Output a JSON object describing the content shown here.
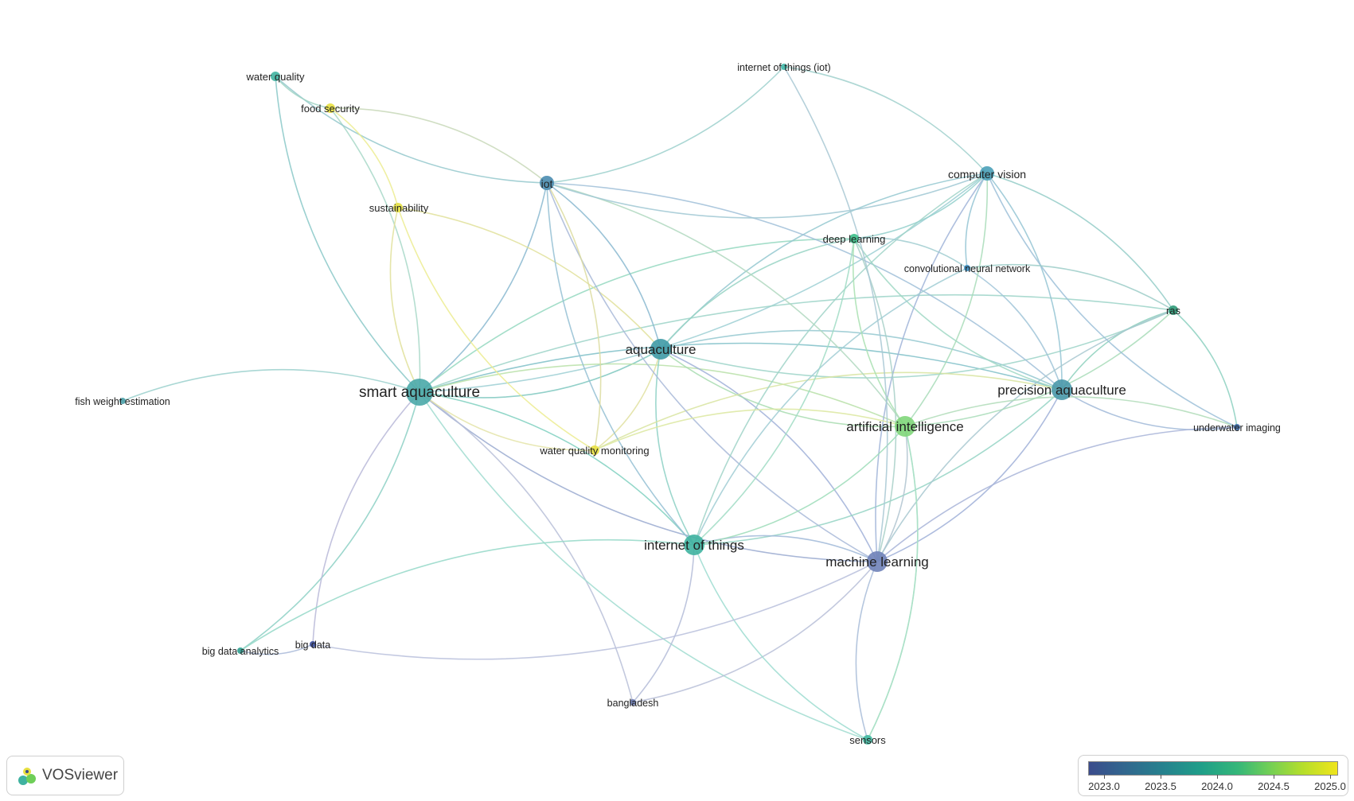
{
  "nodes": [
    {
      "id": "smart_aquaculture",
      "label": "smart aquaculture",
      "color": "#4aa8a8",
      "size": "xl"
    },
    {
      "id": "precision_aquaculture",
      "label": "precision aquaculture",
      "color": "#4a98aa",
      "size": "l"
    },
    {
      "id": "machine_learning",
      "label": "machine learning",
      "color": "#6f82b8",
      "size": "l"
    },
    {
      "id": "aquaculture",
      "label": "aquaculture",
      "color": "#3f9aa6",
      "size": "l"
    },
    {
      "id": "internet_of_things",
      "label": "internet of things",
      "color": "#3fb2a0",
      "size": "l"
    },
    {
      "id": "artificial_intelligence",
      "label": "artificial intelligence",
      "color": "#7fd67a",
      "size": "l"
    },
    {
      "id": "computer_vision",
      "label": "computer vision",
      "color": "#4aa0b8",
      "size": "m"
    },
    {
      "id": "iot",
      "label": "iot",
      "color": "#4a8cb0",
      "size": "m"
    },
    {
      "id": "deep_learning",
      "label": "deep learning",
      "color": "#3cbf8a",
      "size": "s"
    },
    {
      "id": "convolutional_neural_network",
      "label": "convolutional neural network",
      "color": "#3a8cc0",
      "size": "xs"
    },
    {
      "id": "internet_of_things_iot",
      "label": "internet of things (iot)",
      "color": "#40b8a8",
      "size": "xs"
    },
    {
      "id": "water_quality",
      "label": "water quality",
      "color": "#3fb2a0",
      "size": "s"
    },
    {
      "id": "food_security",
      "label": "food security",
      "color": "#e8e040",
      "size": "s"
    },
    {
      "id": "sustainability",
      "label": "sustainability",
      "color": "#e4e042",
      "size": "s"
    },
    {
      "id": "ras",
      "label": "ras",
      "color": "#2f9a78",
      "size": "s"
    },
    {
      "id": "underwater_imaging",
      "label": "underwater imaging",
      "color": "#3a6aa8",
      "size": "xs"
    },
    {
      "id": "water_quality_monitoring",
      "label": "water quality monitoring",
      "color": "#e8e040",
      "size": "s"
    },
    {
      "id": "fish_weight_estimation",
      "label": "fish weight estimation",
      "color": "#4aa0a8",
      "size": "xs"
    },
    {
      "id": "big_data_analytics",
      "label": "big data analytics",
      "color": "#2fa090",
      "size": "xs"
    },
    {
      "id": "big_data",
      "label": "big data",
      "color": "#3a4c9a",
      "size": "xs"
    },
    {
      "id": "bangladesh",
      "label": "bangladesh",
      "color": "#6878b0",
      "size": "xs"
    },
    {
      "id": "sensors",
      "label": "sensors",
      "color": "#3fb8a0",
      "size": "s"
    }
  ],
  "links": [
    [
      "smart_aquaculture",
      "aquaculture",
      "#7fc8c0"
    ],
    [
      "smart_aquaculture",
      "precision_aquaculture",
      "#7fc0c8"
    ],
    [
      "smart_aquaculture",
      "machine_learning",
      "#9aaad0"
    ],
    [
      "smart_aquaculture",
      "internet_of_things",
      "#7fd0c0"
    ],
    [
      "smart_aquaculture",
      "iot",
      "#8ab8d0"
    ],
    [
      "smart_aquaculture",
      "water_quality",
      "#8ac8c8"
    ],
    [
      "smart_aquaculture",
      "food_security",
      "#a8d8c8"
    ],
    [
      "smart_aquaculture",
      "sustainability",
      "#e0e09a"
    ],
    [
      "smart_aquaculture",
      "fish_weight_estimation",
      "#9ad0cc"
    ],
    [
      "smart_aquaculture",
      "big_data_analytics",
      "#8cd0c4"
    ],
    [
      "smart_aquaculture",
      "big_data",
      "#b8b8d8"
    ],
    [
      "smart_aquaculture",
      "bangladesh",
      "#b8c0d8"
    ],
    [
      "smart_aquaculture",
      "sensors",
      "#a0dcd0"
    ],
    [
      "smart_aquaculture",
      "deep_learning",
      "#94d8c0"
    ],
    [
      "smart_aquaculture",
      "computer_vision",
      "#9ccfd4"
    ],
    [
      "smart_aquaculture",
      "artificial_intelligence",
      "#b8e0a8"
    ],
    [
      "smart_aquaculture",
      "water_quality_monitoring",
      "#e4e4a8"
    ],
    [
      "smart_aquaculture",
      "ras",
      "#9cd4c8"
    ],
    [
      "aquaculture",
      "iot",
      "#8ab8d0"
    ],
    [
      "aquaculture",
      "machine_learning",
      "#a0b0d8"
    ],
    [
      "aquaculture",
      "internet_of_things",
      "#8cd0c4"
    ],
    [
      "aquaculture",
      "precision_aquaculture",
      "#94c8d0"
    ],
    [
      "aquaculture",
      "artificial_intelligence",
      "#a8dcb0"
    ],
    [
      "aquaculture",
      "computer_vision",
      "#94c8d0"
    ],
    [
      "aquaculture",
      "ras",
      "#9cd4c8"
    ],
    [
      "aquaculture",
      "water_quality_monitoring",
      "#e0e0a0"
    ],
    [
      "aquaculture",
      "sustainability",
      "#e0e09a"
    ],
    [
      "aquaculture",
      "deep_learning",
      "#98d4c4"
    ],
    [
      "precision_aquaculture",
      "computer_vision",
      "#94c4d4"
    ],
    [
      "precision_aquaculture",
      "machine_learning",
      "#a0b0d8"
    ],
    [
      "precision_aquaculture",
      "iot",
      "#a0c0d8"
    ],
    [
      "precision_aquaculture",
      "ras",
      "#8cd0bc"
    ],
    [
      "precision_aquaculture",
      "underwater_imaging",
      "#a0b8d8"
    ],
    [
      "precision_aquaculture",
      "internet_of_things",
      "#94d4c4"
    ],
    [
      "precision_aquaculture",
      "convolutional_neural_network",
      "#a0c4d8"
    ],
    [
      "precision_aquaculture",
      "deep_learning",
      "#a0d8c4"
    ],
    [
      "precision_aquaculture",
      "water_quality_monitoring",
      "#d8e4a0"
    ],
    [
      "machine_learning",
      "computer_vision",
      "#a0b4d8"
    ],
    [
      "machine_learning",
      "internet_of_things",
      "#a0b8d8"
    ],
    [
      "machine_learning",
      "iot",
      "#a8b8d8"
    ],
    [
      "machine_learning",
      "artificial_intelligence",
      "#b0c4d0"
    ],
    [
      "machine_learning",
      "underwater_imaging",
      "#a8b4d8"
    ],
    [
      "machine_learning",
      "sensors",
      "#a8bcd8"
    ],
    [
      "machine_learning",
      "bangladesh",
      "#b8c0d8"
    ],
    [
      "machine_learning",
      "deep_learning",
      "#a8d0c8"
    ],
    [
      "machine_learning",
      "ras",
      "#a8c8d0"
    ],
    [
      "internet_of_things",
      "artificial_intelligence",
      "#9cdcb8"
    ],
    [
      "internet_of_things",
      "iot",
      "#94c0d4"
    ],
    [
      "internet_of_things",
      "big_data_analytics",
      "#94d8c8"
    ],
    [
      "internet_of_things",
      "bangladesh",
      "#b4bcd8"
    ],
    [
      "internet_of_things",
      "sensors",
      "#9cdcd0"
    ],
    [
      "internet_of_things",
      "computer_vision",
      "#a0d4c8"
    ],
    [
      "internet_of_things",
      "deep_learning",
      "#a0dcc4"
    ],
    [
      "internet_of_things",
      "convolutional_neural_network",
      "#a0ccd4"
    ],
    [
      "artificial_intelligence",
      "computer_vision",
      "#a8dcb8"
    ],
    [
      "artificial_intelligence",
      "deep_learning",
      "#a8e0b0"
    ],
    [
      "artificial_intelligence",
      "ras",
      "#a8dcb8"
    ],
    [
      "artificial_intelligence",
      "underwater_imaging",
      "#b0dcb8"
    ],
    [
      "artificial_intelligence",
      "water_quality_monitoring",
      "#dce8a0"
    ],
    [
      "artificial_intelligence",
      "sensors",
      "#b0e0c0"
    ],
    [
      "artificial_intelligence",
      "iot",
      "#b0d8c0"
    ],
    [
      "computer_vision",
      "deep_learning",
      "#94d0cc"
    ],
    [
      "computer_vision",
      "convolutional_neural_network",
      "#94c4d4"
    ],
    [
      "computer_vision",
      "ras",
      "#94ccc8"
    ],
    [
      "computer_vision",
      "underwater_imaging",
      "#9cc0d8"
    ],
    [
      "computer_vision",
      "iot",
      "#a0c8d4"
    ],
    [
      "computer_vision",
      "internet_of_things_iot",
      "#a0d0cc"
    ],
    [
      "iot",
      "water_quality",
      "#94c8cc"
    ],
    [
      "iot",
      "internet_of_things_iot",
      "#9cd0cc"
    ],
    [
      "iot",
      "water_quality_monitoring",
      "#dcdca0"
    ],
    [
      "iot",
      "food_security",
      "#c8d8b8"
    ],
    [
      "ras",
      "underwater_imaging",
      "#8cd0c0"
    ],
    [
      "ras",
      "convolutional_neural_network",
      "#9cccc8"
    ],
    [
      "deep_learning",
      "convolutional_neural_network",
      "#a0ccd0"
    ],
    [
      "water_quality",
      "food_security",
      "#a0d4c4"
    ],
    [
      "food_security",
      "sustainability",
      "#ecec90"
    ],
    [
      "sustainability",
      "water_quality_monitoring",
      "#ecec90"
    ],
    [
      "big_data",
      "big_data_analytics",
      "#a8b8d8"
    ],
    [
      "big_data",
      "machine_learning",
      "#b8c0dc"
    ],
    [
      "internet_of_things_iot",
      "machine_learning",
      "#a8c8d4"
    ],
    [
      "sensors",
      "artificial_intelligence",
      "#a8e0c8"
    ]
  ],
  "legend": {
    "ticks": [
      "2023.0",
      "2023.5",
      "2024.0",
      "2024.5",
      "2025.0"
    ]
  },
  "brand": {
    "name": "VOSviewer"
  }
}
